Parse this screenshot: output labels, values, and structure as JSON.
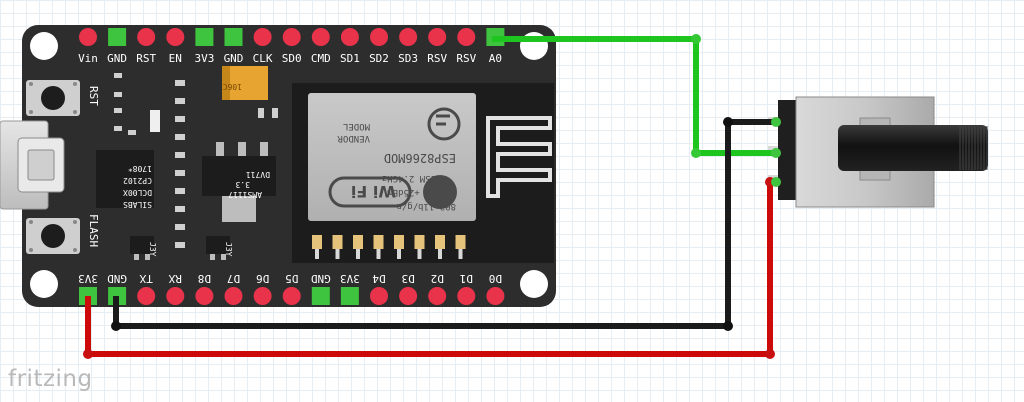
{
  "colors": {
    "board": "#2d2d2d",
    "pin_red": "#e8334b",
    "pin_green": "#3fc43f",
    "wire_green": "#1fc51f",
    "wire_black": "#1b1b1b",
    "wire_red": "#cc0a0a"
  },
  "board": {
    "top_pins": [
      {
        "label": "Vin",
        "color": "red"
      },
      {
        "label": "GND",
        "color": "green"
      },
      {
        "label": "RST",
        "color": "red"
      },
      {
        "label": "EN",
        "color": "red"
      },
      {
        "label": "3V3",
        "color": "green"
      },
      {
        "label": "GND",
        "color": "green"
      },
      {
        "label": "CLK",
        "color": "red"
      },
      {
        "label": "SD0",
        "color": "red"
      },
      {
        "label": "CMD",
        "color": "red"
      },
      {
        "label": "SD1",
        "color": "red"
      },
      {
        "label": "SD2",
        "color": "red"
      },
      {
        "label": "SD3",
        "color": "red"
      },
      {
        "label": "RSV",
        "color": "red"
      },
      {
        "label": "RSV",
        "color": "red"
      },
      {
        "label": "A0",
        "color": "green"
      }
    ],
    "bottom_pins": [
      {
        "label": "3V3",
        "color": "green"
      },
      {
        "label": "GND",
        "color": "green"
      },
      {
        "label": "TX",
        "color": "red"
      },
      {
        "label": "RX",
        "color": "red"
      },
      {
        "label": "D8",
        "color": "red"
      },
      {
        "label": "D7",
        "color": "red"
      },
      {
        "label": "D6",
        "color": "red"
      },
      {
        "label": "D5",
        "color": "red"
      },
      {
        "label": "GND",
        "color": "green"
      },
      {
        "label": "3V3",
        "color": "green"
      },
      {
        "label": "D4",
        "color": "red"
      },
      {
        "label": "D3",
        "color": "red"
      },
      {
        "label": "D2",
        "color": "red"
      },
      {
        "label": "D1",
        "color": "red"
      },
      {
        "label": "D0",
        "color": "red"
      }
    ],
    "rst_label": "RST",
    "flash_label": "FLASH",
    "usb_chip_lines": [
      "1708*",
      "CP2102",
      "DCL00X",
      "SILABS"
    ],
    "regulator_lines": [
      "DV711",
      "3.3",
      "AMS1117"
    ],
    "transistor_label": "J3Y",
    "cap_label": "106C",
    "module": {
      "line1": "802.11b/g/n",
      "line2": "PA  +25dBm",
      "line3": "ISM 2.4GHz",
      "line4": "ESP8266MOD",
      "line5": "VENDOR",
      "line6": "MODEL",
      "wifi_text": "Wi Fi"
    }
  },
  "wires": [
    {
      "name": "green",
      "from": "A0",
      "to": "potentiometer wiper"
    },
    {
      "name": "black",
      "from": "GND",
      "to": "potentiometer pin 1"
    },
    {
      "name": "red",
      "from": "3V3",
      "to": "potentiometer pin 3"
    }
  ],
  "brand_text": "fritzing"
}
